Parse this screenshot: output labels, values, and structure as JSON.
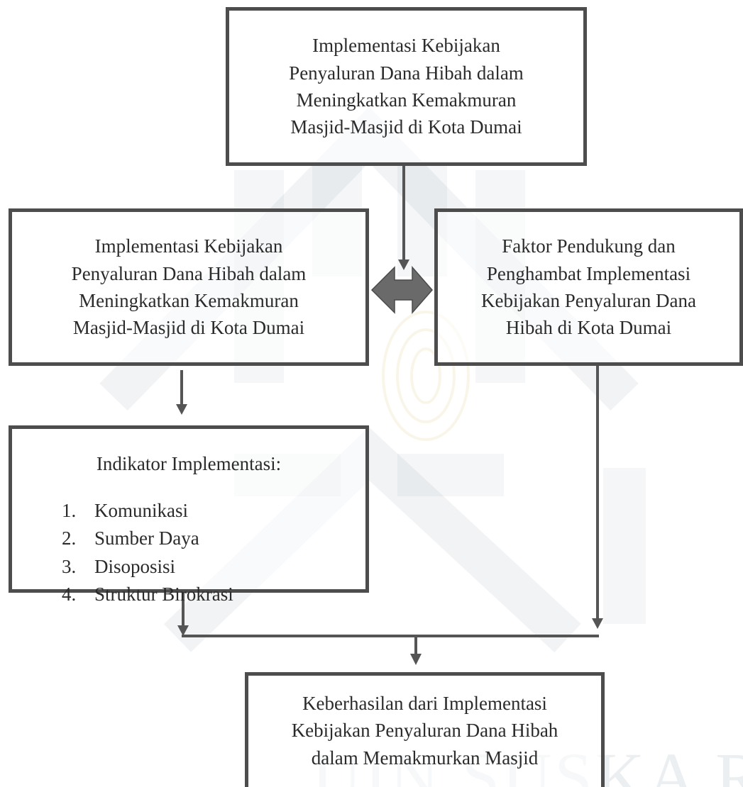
{
  "boxes": {
    "top": "Implementasi Kebijakan\nPenyaluran Dana Hibah dalam\nMeningkatkan Kemakmuran\nMasjid-Masjid di Kota Dumai",
    "left": "Implementasi Kebijakan\nPenyaluran Dana Hibah dalam\nMeningkatkan Kemakmuran\nMasjid-Masjid di Kota Dumai",
    "right": "Faktor Pendukung dan\nPenghambat Implementasi\nKebijakan Penyaluran Dana\nHibah di Kota Dumai",
    "bottom": "Keberhasilan dari Implementasi\nKebijakan Penyaluran Dana Hibah\ndalam Memakmurkan Masjid"
  },
  "indicators": {
    "title": "Indikator Implementasi:",
    "items": [
      {
        "num": "1.",
        "label": "Komunikasi"
      },
      {
        "num": "2.",
        "label": "Sumber Daya"
      },
      {
        "num": "3.",
        "label": "Disoposisi"
      },
      {
        "num": "4.",
        "label": "Struktur Birokrasi"
      }
    ]
  },
  "watermark": "UIN SUSKA RIAU",
  "colors": {
    "border": "#4d4d4d",
    "line": "#555555",
    "text": "#2b2b2b"
  }
}
